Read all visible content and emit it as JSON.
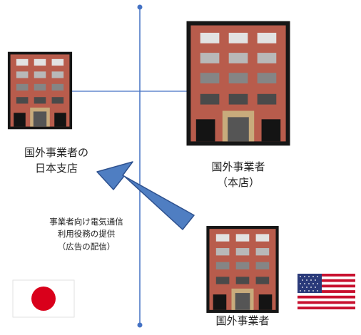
{
  "labels": {
    "branch": {
      "line1": "国外事業者の",
      "line2": "日本支店"
    },
    "head_office": {
      "line1": "国外事業者",
      "line2": "（本店）"
    },
    "service": {
      "line1": "事業者向け電気通信",
      "line2": "利用役務の提供",
      "line3": "（広告の配信）"
    },
    "foreign_operator": {
      "line1": "国外事業者"
    }
  },
  "flags": {
    "japan": {
      "name": "japan-flag",
      "background": "#ffffff",
      "disc": "#d9001b"
    },
    "usa": {
      "name": "usa-flag",
      "red": "#c8102e",
      "white": "#ffffff",
      "blue": "#2a3a7a"
    }
  },
  "colors": {
    "building": "#b85c4c",
    "building_outline": "#161616",
    "window_top": "#e2e2e2",
    "window_bottom": "#2a2a2a",
    "door_frame": "#c8ab7c",
    "door": "#555555",
    "divider": "#4472c4",
    "arrow_fill": "#4f7ec2",
    "arrow_stroke": "#2f528f"
  }
}
